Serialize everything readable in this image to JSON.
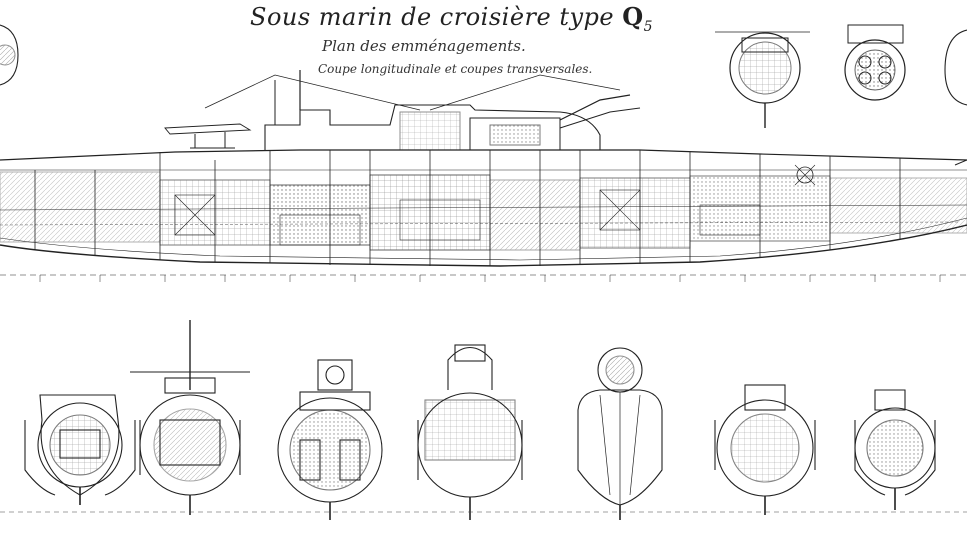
{
  "drawing": {
    "title_main": "Sous marin de croisière type",
    "title_type": "Q",
    "title_index": "5",
    "subtitle": "Plan des emménagements.",
    "subsubtitle": "Coupe longitudinale et coupes transversales."
  }
}
